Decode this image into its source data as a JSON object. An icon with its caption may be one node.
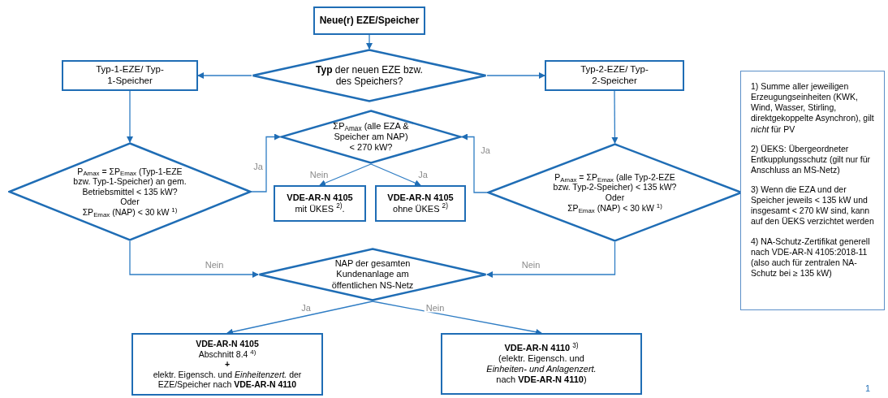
{
  "diagram": {
    "nodes": [
      {
        "text": [
          "**Neue(r) EZE/Speicher**"
        ]
      },
      {
        "text": [
          "**Typ** der neuen EZE bzw. des Speichers?"
        ]
      },
      {
        "text": [
          "Typ-1-EZE/ Typ-1-Speicher"
        ]
      },
      {
        "text": [
          "Typ-2-EZE/ Typ-2-Speicher"
        ]
      },
      {
        "text": [
          "P$_{Amax}$ = ΣP$_{Emax}$ (Typ-1-EZE bzw. Typ-1-Speicher) an gem. Betriebsmittel < 135 kW?",
          "Oder",
          "ΣP$_{Emax}$ (NAP) < 30 kW $^{1)}$"
        ]
      },
      {
        "text": [
          "ΣP$_{Amax}$ (alle EZA & Speicher am NAP) < 270 kW?"
        ]
      },
      {
        "text": [
          "**VDE-AR-N 4105**",
          "mit ÜKES $^{2)}$."
        ]
      },
      {
        "text": [
          "**VDE-AR-N 4105**",
          "ohne ÜKES $^{2)}$"
        ]
      },
      {
        "text": [
          "P$_{Amax}$ = ΣP$_{Emax}$ (alle Typ-2-EZE bzw. Typ-2-Speicher) < 135 kW?",
          "Oder",
          "ΣP$_{Emax}$ (NAP) < 30 kW $^{1)}$"
        ]
      },
      {
        "text": [
          "1) Summe aller jeweiligen Erzeugungseinheiten (KWK, Wind, Wasser, Stirling, direktgekoppelte Asynchron), gilt *nicht* für PV",
          "2) ÜEKS: Übergeordneter Entkupplungsschutz (gilt nur für Anschluss an MS-Netz)",
          "3) Wenn die EZA und der Speicher jeweils < 135 kW und insgesamt < 270 kW sind, kann auf den ÜEKS verzichtet werden",
          "4) NA-Schutz-Zertifikat generell nach VDE-AR-N 4105:2018-11 (also auch für zentralen NA-Schutz bei ≥ 135 kW)"
        ]
      },
      {
        "text": [
          "NAP der gesamten Kundenanlage am öffentlichen NS-Netz"
        ]
      },
      {
        "text": [
          "**VDE-AR-N 4105**",
          "Abschnitt 8.4 $^{4)}$",
          "**+**",
          "elektr. Eigensch. und *Einheitenzert.* der EZE/Speicher nach **VDE-AR-N 4110**"
        ]
      },
      {
        "text": [
          "**VDE-AR-N 4110** $^{3)}$",
          "(elektr. Eigensch. und *Einheiten- und Anlagenzert.* nach **VDE-AR-N 4110**)"
        ]
      }
    ],
    "edges": [
      {
        "from": 0,
        "to": 1,
        "arrow": "to"
      },
      {
        "from": 1,
        "to": 2,
        "arrow": "to"
      },
      {
        "from": 1,
        "to": 3,
        "arrow": "to"
      },
      {
        "from": 2,
        "to": 4,
        "arrow": "to"
      },
      {
        "from": 3,
        "to": 8,
        "arrow": "to"
      },
      {
        "from": 4,
        "to": 5,
        "arrow": "to",
        "label": "Ja"
      },
      {
        "from": 8,
        "to": 5,
        "arrow": "to",
        "label": "Ja"
      },
      {
        "from": 5,
        "to": 6,
        "arrow": "to",
        "label": "Nein"
      },
      {
        "from": 5,
        "to": 7,
        "arrow": "to",
        "label": "Ja"
      },
      {
        "from": 4,
        "to": 10,
        "arrow": "to",
        "label": "Nein"
      },
      {
        "from": 8,
        "to": 10,
        "arrow": "to",
        "label": "Nein"
      },
      {
        "from": 10,
        "to": 11,
        "arrow": "to",
        "label": "Ja"
      },
      {
        "from": 10,
        "to": 12,
        "arrow": "to",
        "label": "Nein"
      }
    ],
    "labels": [
      "1"
    ]
  }
}
